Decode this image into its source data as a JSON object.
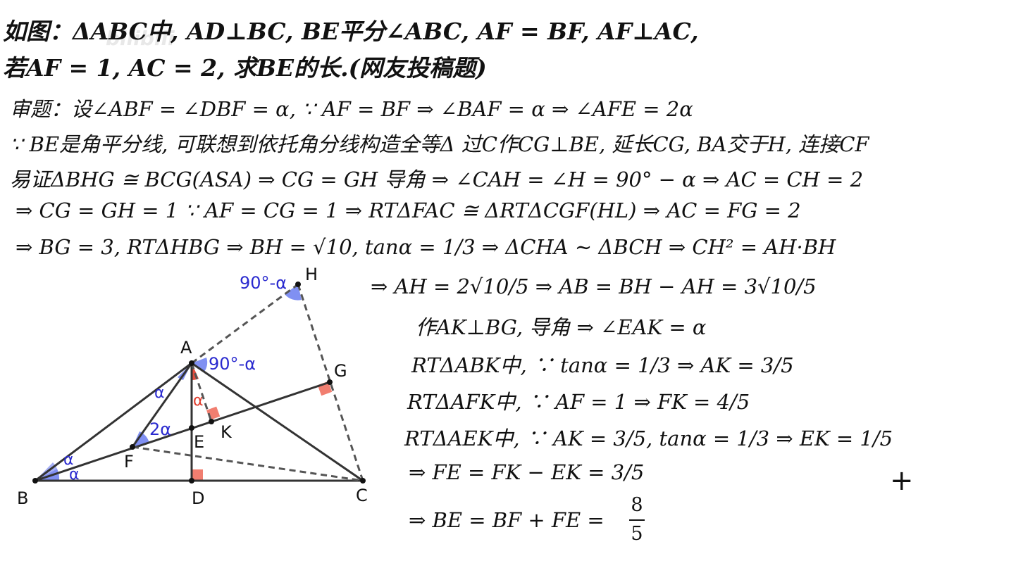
{
  "problem": {
    "line1": "如图：ΔABC中, AD⊥BC, BE平分∠ABC, AF = BF, AF⊥AC,",
    "line2": "若AF = 1, AC = 2, 求BE的长.(网友投稿题)"
  },
  "watermark": "bilibili",
  "solution": [
    "审题：设∠ABF = ∠DBF = α, ∵ AF = BF ⇒ ∠BAF = α ⇒ ∠AFE = 2α",
    "∵ BE是角平分线, 可联想到依托角分线构造全等Δ    过C作CG⊥BE, 延长CG, BA交于H, 连接CF",
    "易证ΔBHG ≅ BCG(ASA) ⇒ CG = GH      导角 ⇒ ∠CAH = ∠H = 90° − α ⇒ AC = CH = 2",
    "⇒ CG = GH = 1    ∵ AF = CG = 1 ⇒ RTΔFAC ≅ ΔRTΔCGF(HL) ⇒ AC = FG = 2",
    "⇒ BG = 3, RTΔHBG ⇒ BH = √10, tanα = 1/3     ⇒ ΔCHA ∼ ΔBCH ⇒ CH² = AH·BH",
    "⇒ AH = 2√10/5 ⇒ AB = BH − AH = 3√10/5",
    "作AK⊥BG, 导角 ⇒ ∠EAK = α",
    "RTΔABK中, ∵ tanα = 1/3 ⇒ AK = 3/5",
    "RTΔAFK中, ∵ AF = 1 ⇒ FK = 4/5",
    "RTΔAEK中, ∵ AK = 3/5, tanα = 1/3 ⇒ EK = 1/5",
    "⇒ FE = FK − EK = 3/5",
    "⇒ BE = BF + FE ="
  ],
  "final_fraction": {
    "numerator": "8",
    "denominator": "5"
  },
  "cursor_symbol": "+",
  "diagram": {
    "points": {
      "A": "A",
      "B": "B",
      "C": "C",
      "D": "D",
      "E": "E",
      "F": "F",
      "G": "G",
      "H": "H",
      "K": "K"
    },
    "angle_labels": {
      "h_angle": "90°-α",
      "a_angle": "90°-α",
      "alpha_abf": "α",
      "alpha_top": "α",
      "alpha_bot": "α",
      "two_alpha": "2α",
      "alpha_red": "α"
    },
    "colors": {
      "blue": "#2a2acf",
      "red": "#e03a2a",
      "angle_fill": "#6a7cf0",
      "right_fill": "#f07060"
    }
  }
}
